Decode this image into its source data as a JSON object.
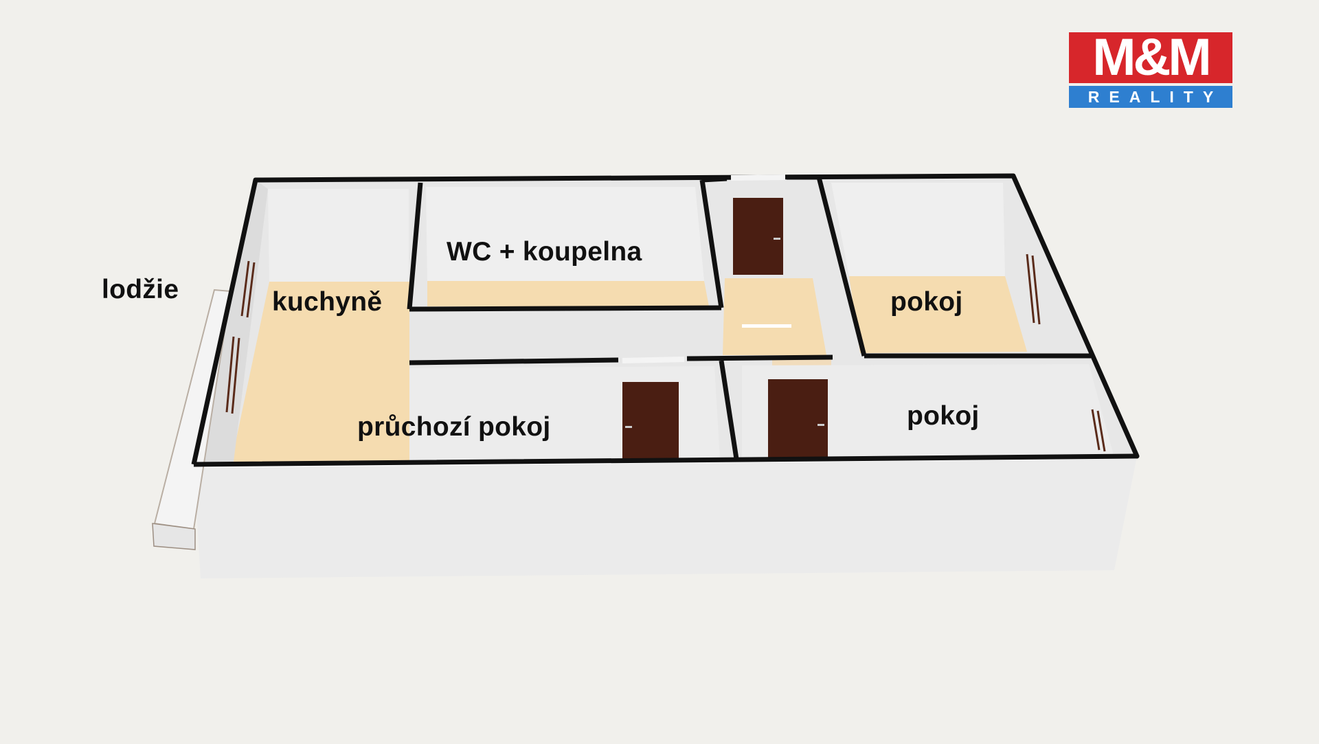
{
  "rooms": {
    "lodzie": "lodžie",
    "kuchyne": "kuchyně",
    "wc_koupelna": "WC + koupelna",
    "pokoj_top": "pokoj",
    "pruchozi_pokoj": "průchozí pokoj",
    "pokoj_bottom": "pokoj"
  },
  "logo": {
    "top_text": "M&M",
    "bottom_text": "REALITY",
    "colors": {
      "red": "#d7262b",
      "blue": "#2e7fd0"
    }
  },
  "colors": {
    "background": "#f1f0ec",
    "floor": "#f5dcb0",
    "wall_top": "#111111",
    "wall_face": "#eaeaea",
    "door": "#4a1e12"
  }
}
